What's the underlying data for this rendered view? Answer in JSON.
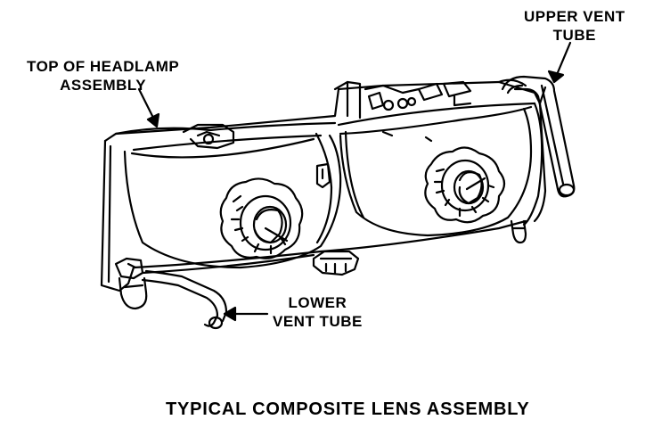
{
  "labels": {
    "top_of_headlamp": [
      "TOP OF HEADLAMP",
      "ASSEMBLY"
    ],
    "upper_vent_tube": [
      "UPPER VENT",
      "TUBE"
    ],
    "lower_vent_tube": [
      "LOWER",
      "VENT TUBE"
    ]
  },
  "caption": "TYPICAL COMPOSITE LENS ASSEMBLY"
}
